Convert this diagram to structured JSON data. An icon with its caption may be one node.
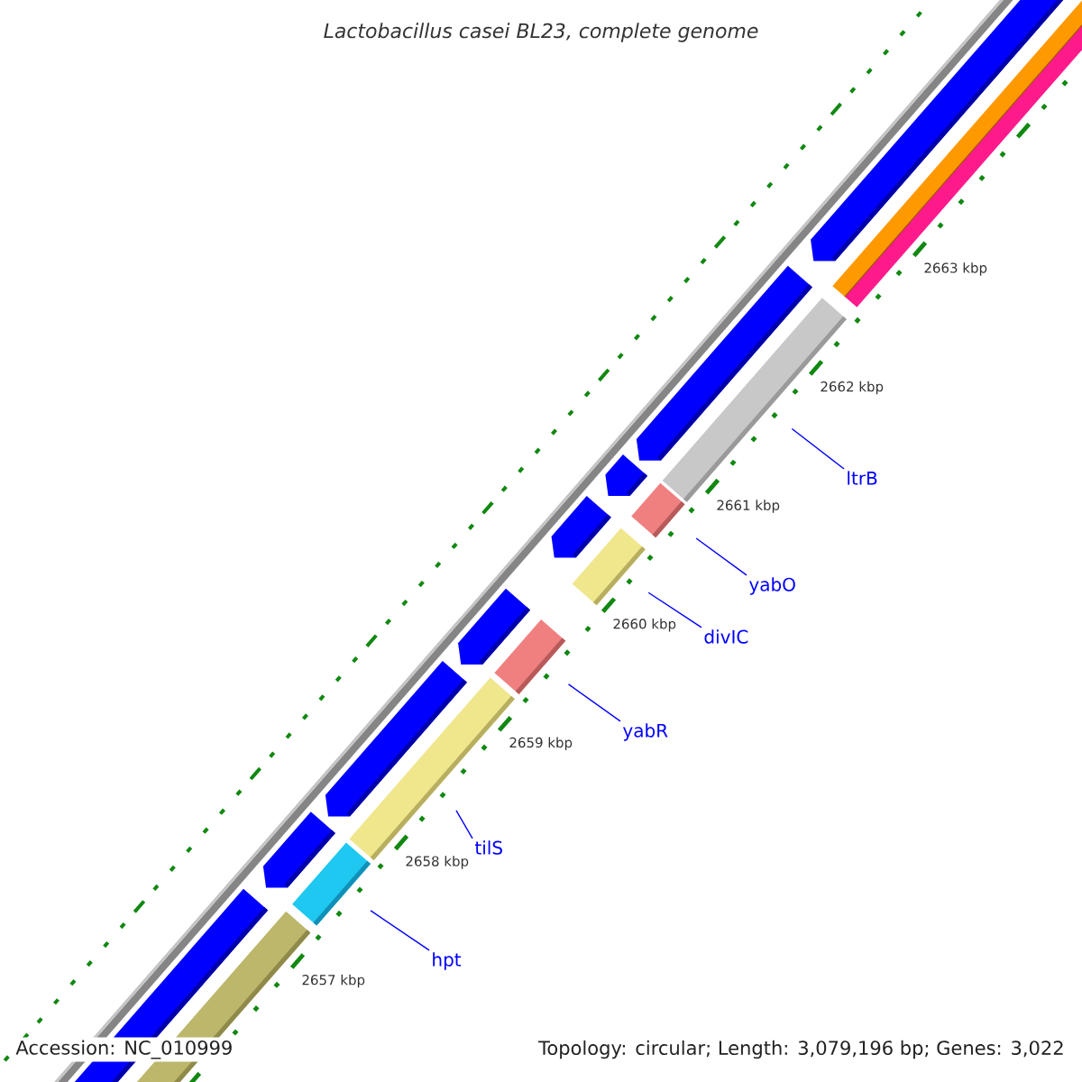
{
  "diagram": {
    "title": "Lactobacillus casei BL23, complete genome",
    "nodes": [
      {
        "text": [
          "ltrB"
        ]
      },
      {
        "text": [
          "yabO"
        ]
      },
      {
        "text": [
          "divIC"
        ]
      },
      {
        "text": [
          "yabR"
        ]
      },
      {
        "text": [
          "tilS"
        ]
      },
      {
        "text": [
          "hpt"
        ]
      },
      {
        "text": [],
        "shape": "bar"
      },
      {
        "text": [],
        "shape": "bar"
      },
      {
        "text": [],
        "shape": "bar"
      },
      {
        "text": [],
        "shape": "bar"
      },
      {
        "text": [],
        "shape": "bar"
      },
      {
        "text": [],
        "shape": "bar"
      }
    ],
    "edges": [
      {
        "from": 0,
        "to": 6,
        "arrow": "none"
      },
      {
        "from": 1,
        "to": 7,
        "arrow": "none"
      },
      {
        "from": 2,
        "to": 8,
        "arrow": "none"
      },
      {
        "from": 3,
        "to": 9,
        "arrow": "none"
      },
      {
        "from": 4,
        "to": 10,
        "arrow": "none"
      },
      {
        "from": 5,
        "to": 11,
        "arrow": "none"
      }
    ],
    "labels": [
      "2663 kbp",
      "2662 kbp",
      "2661 kbp",
      "2660 kbp",
      "2659 kbp",
      "2658 kbp",
      "2657 kbp",
      "Accession: NC_010999",
      "Topology: circular; Length: 3,079,196 bp; Genes: 3,022"
    ]
  }
}
